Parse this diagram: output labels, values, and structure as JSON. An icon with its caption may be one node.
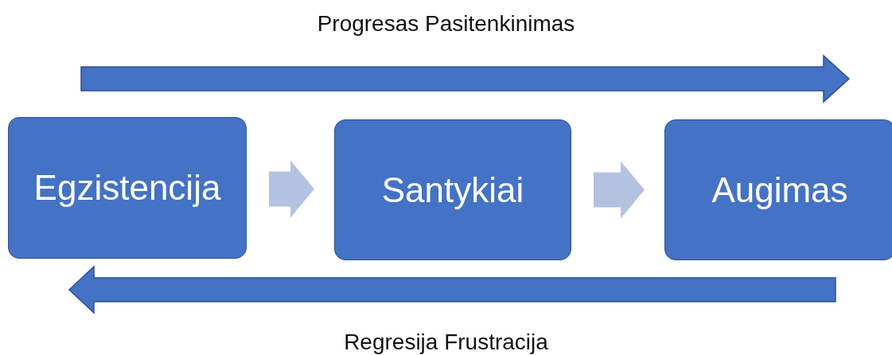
{
  "diagram": {
    "nodes": [
      {
        "text": [
          "Egzistencija"
        ]
      },
      {
        "text": [
          "Santykiai"
        ]
      },
      {
        "text": [
          "Augimas"
        ]
      }
    ],
    "edges": [
      {
        "from": 0,
        "to": 1,
        "arrow": "to"
      },
      {
        "from": 1,
        "to": 2,
        "arrow": "to"
      }
    ],
    "labels": [
      "Progresas Pasitenkinimas",
      "Regresija Frustracija"
    ]
  }
}
